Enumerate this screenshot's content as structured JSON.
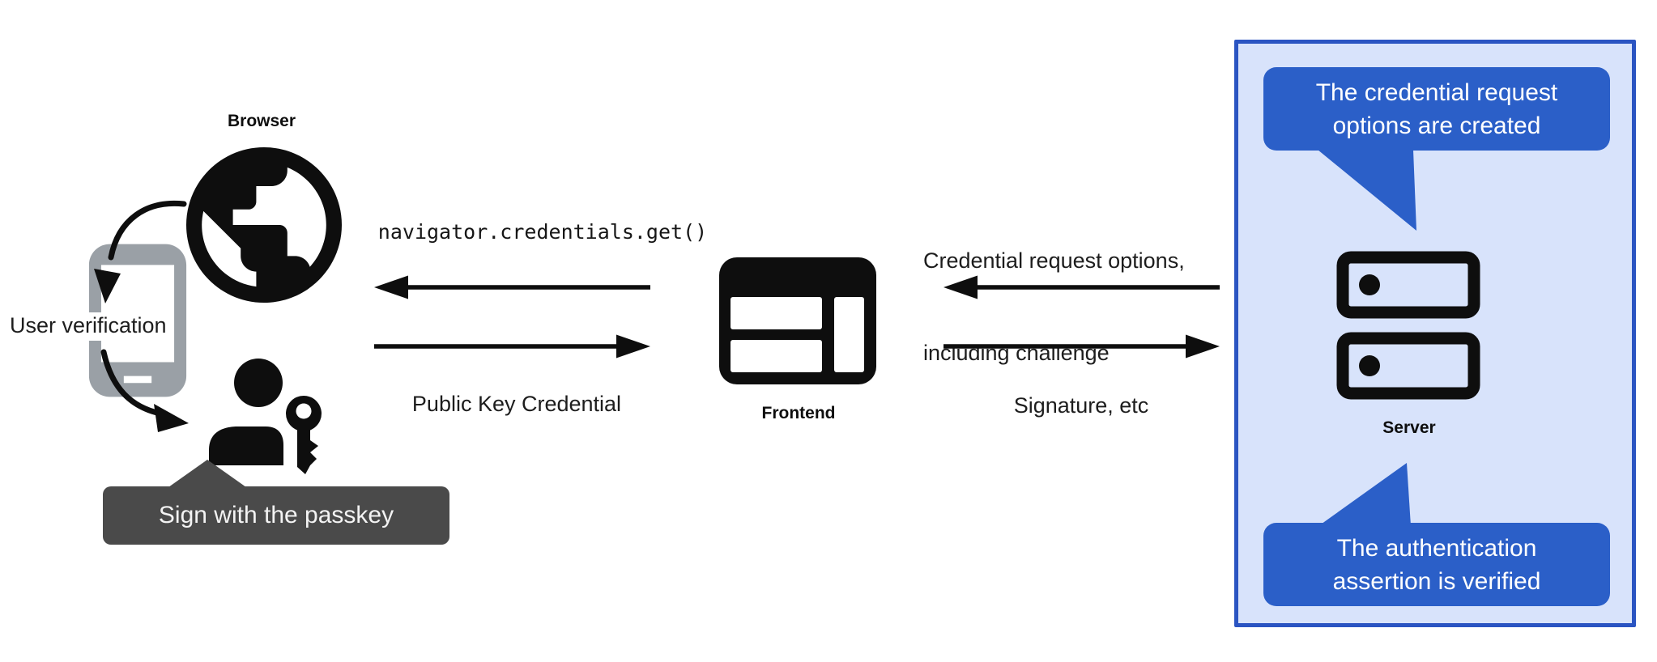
{
  "labels": {
    "browser": "Browser",
    "user_verification": "User verification",
    "sign_with_passkey": "Sign with the passkey",
    "code_call": "navigator.credentials.get()",
    "public_key_credential": "Public Key Credential",
    "frontend": "Frontend",
    "credential_request_line1": "Credential request options,",
    "credential_request_line2": "including challenge",
    "signature_etc": "Signature, etc",
    "server": "Server",
    "bubble_top_line1": "The credential request",
    "bubble_top_line2": "options are created",
    "bubble_bottom_line1": "The authentication",
    "bubble_bottom_line2": "assertion is verified"
  },
  "colors": {
    "accent_blue": "#2b5fc8",
    "panel_fill": "#d8e3fb",
    "panel_border": "#2a54c2",
    "tooltip_bg": "#4a4a4a",
    "phone_gray": "#9aa0a6",
    "ink": "#0e0e0e",
    "text": "#1d1d1d"
  },
  "icons": {
    "globe": "globe-browser-icon",
    "phone": "smartphone-icon",
    "passkey": "person-with-key-icon",
    "frontend": "browser-window-layout-icon",
    "server": "server-stack-icon",
    "arrows": "flow-arrow-icons"
  }
}
